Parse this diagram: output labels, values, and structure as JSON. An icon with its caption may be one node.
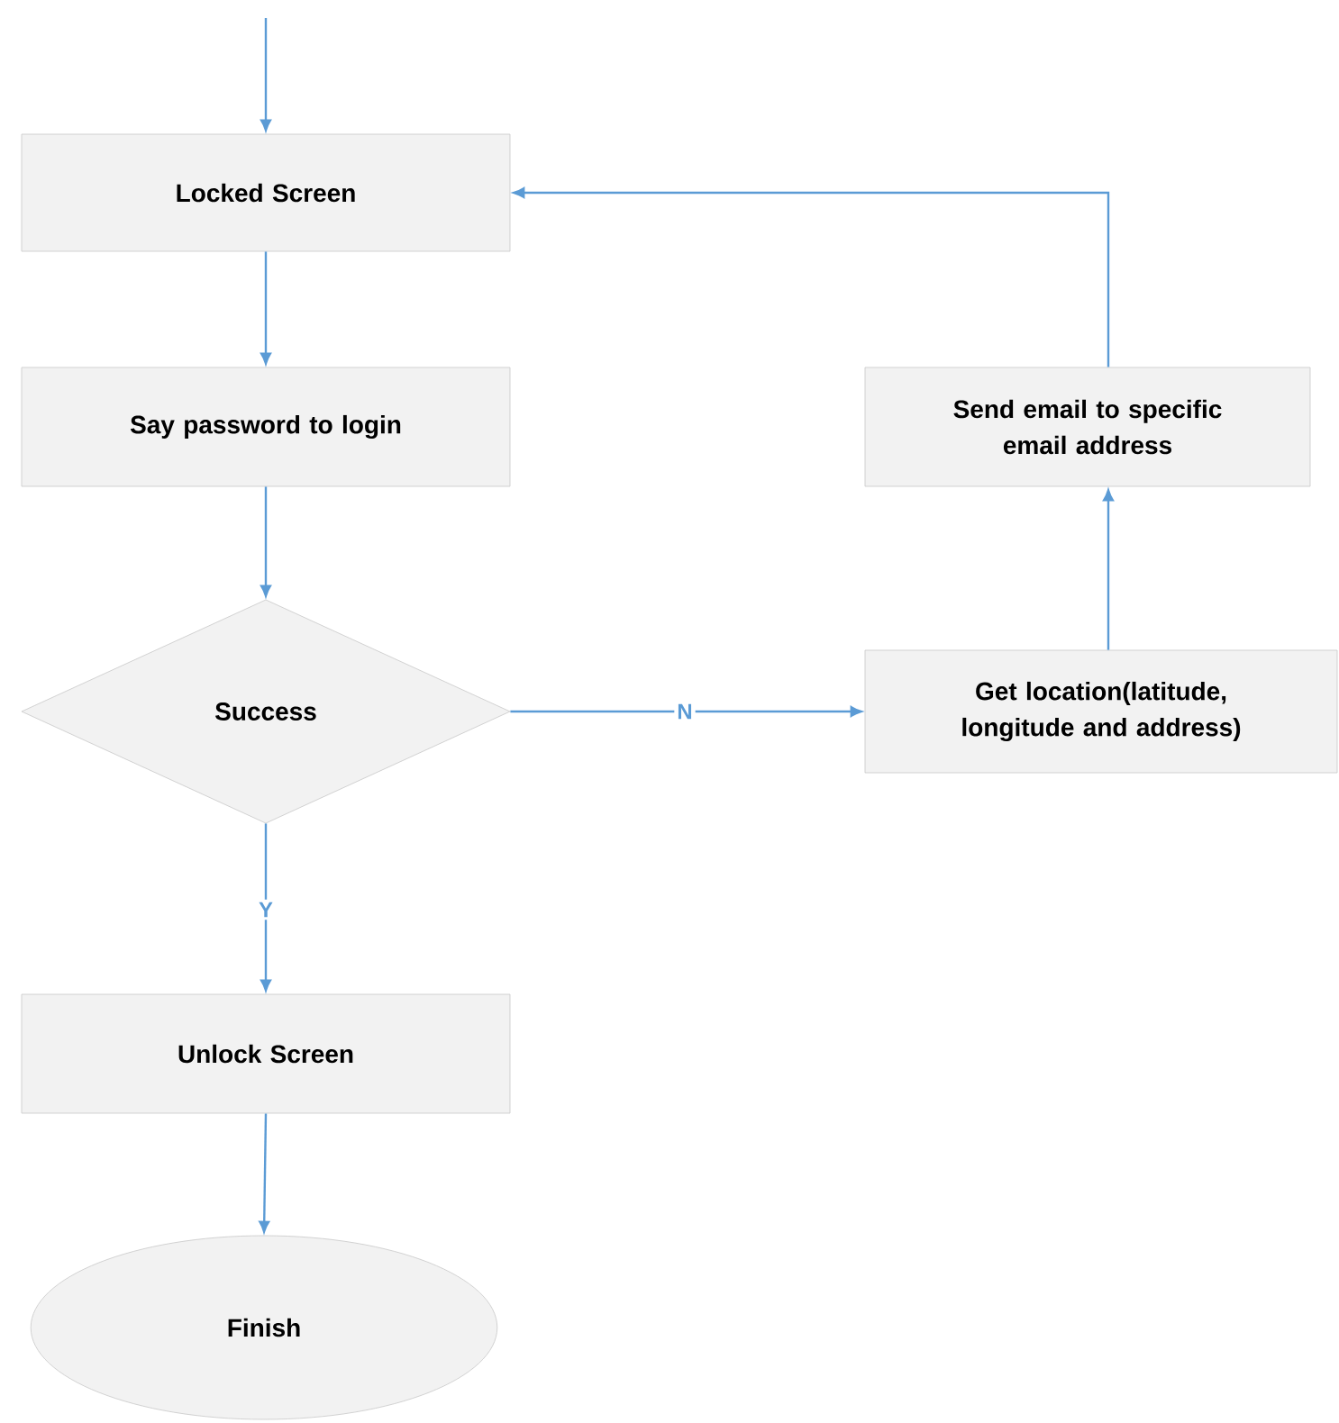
{
  "diagram": {
    "nodes": [
      {
        "text": [
          "Locked Screen"
        ]
      },
      {
        "text": [
          "Say password to login"
        ]
      },
      {
        "text": [
          "Success"
        ]
      },
      {
        "text": [
          "Unlock Screen"
        ]
      },
      {
        "text": [
          "Finish"
        ]
      },
      {
        "text": [
          "Send email to specific email address"
        ]
      },
      {
        "text": [
          "Get location(latitude, longitude and address)"
        ]
      }
    ],
    "edges": [
      {
        "from": null,
        "to": 0,
        "arrow": "to"
      },
      {
        "from": 0,
        "to": 1,
        "arrow": "to"
      },
      {
        "from": 1,
        "to": 2,
        "arrow": "to"
      },
      {
        "from": 2,
        "to": 3,
        "arrow": "to",
        "label": "Y"
      },
      {
        "from": 3,
        "to": 4,
        "arrow": "to"
      },
      {
        "from": 2,
        "to": 6,
        "arrow": "to",
        "label": "N"
      },
      {
        "from": 6,
        "to": 5,
        "arrow": "to"
      },
      {
        "from": 5,
        "to": 0,
        "arrow": "to"
      }
    ]
  }
}
